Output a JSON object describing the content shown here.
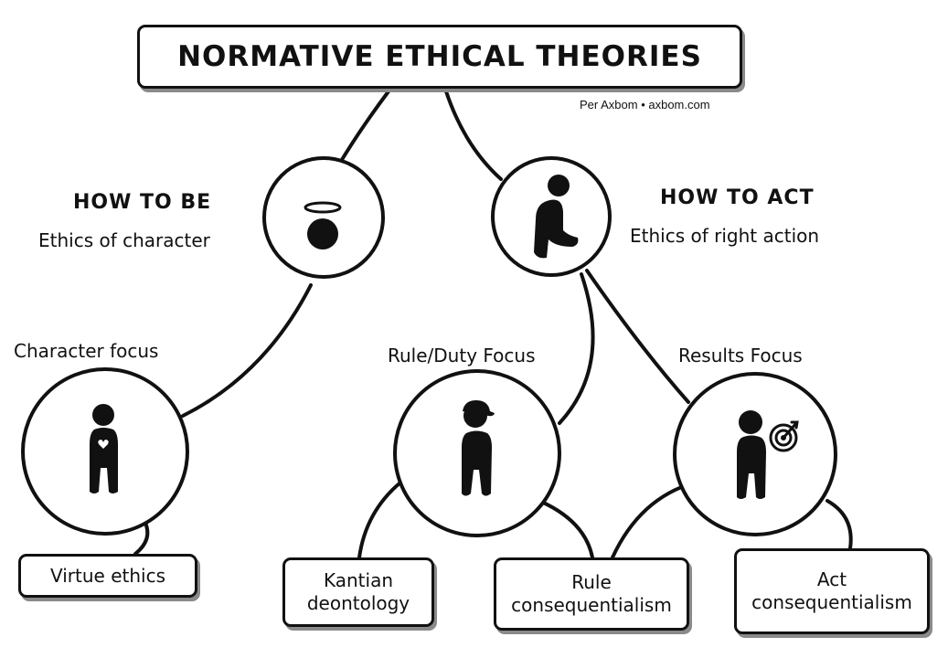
{
  "title": "NORMATIVE ETHICAL THEORIES",
  "credit": "Per Axbom • axbom.com",
  "how_to_be": {
    "heading": "HOW TO BE",
    "subheading": "Ethics of character",
    "icon": "halo-person-icon"
  },
  "how_to_act": {
    "heading": "HOW TO ACT",
    "subheading": "Ethics of right action",
    "icon": "walking-person-icon"
  },
  "focuses": [
    {
      "label": "Character focus",
      "icon": "person-heart-icon"
    },
    {
      "label": "Rule/Duty Focus",
      "icon": "person-cap-icon"
    },
    {
      "label": "Results Focus",
      "icon": "person-target-icon"
    }
  ],
  "theories": [
    {
      "line1": "Virtue ethics",
      "line2": ""
    },
    {
      "line1": "Kantian",
      "line2": "deontology"
    },
    {
      "line1": "Rule",
      "line2": "consequentialism"
    },
    {
      "line1": "Act",
      "line2": "consequentialism"
    }
  ],
  "colors": {
    "ink": "#111111",
    "shadow": "#8a8a8a",
    "background": "#ffffff"
  }
}
